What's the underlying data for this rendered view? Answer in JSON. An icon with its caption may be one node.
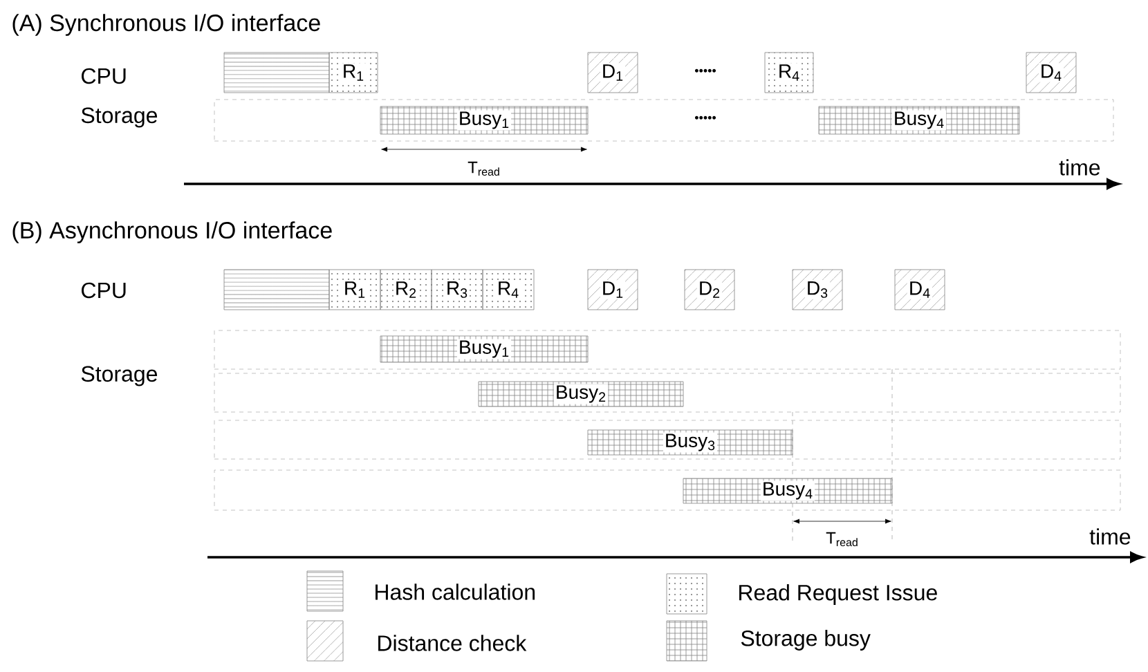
{
  "diagram": {
    "nodes": [
      {
        "text": [],
        "shape": "box"
      },
      {
        "text": [
          "R$_{1}$"
        ]
      },
      {
        "text": [
          "D$_{1}$"
        ]
      },
      {
        "text": [
          "R$_{4}$"
        ]
      },
      {
        "text": [
          "D$_{4}$"
        ]
      },
      {
        "text": [],
        "shape": "box"
      },
      {
        "text": [
          "Busy$_{1}$"
        ],
        "in": 5
      },
      {
        "text": [
          "Busy$_{4}$"
        ],
        "in": 5
      },
      {
        "text": [],
        "shape": "box"
      },
      {
        "text": [
          "R$_{1}$"
        ]
      },
      {
        "text": [
          "R$_{2}$"
        ]
      },
      {
        "text": [
          "R$_{3}$"
        ]
      },
      {
        "text": [
          "R$_{4}$"
        ]
      },
      {
        "text": [
          "D$_{1}$"
        ]
      },
      {
        "text": [
          "D$_{2}$"
        ]
      },
      {
        "text": [
          "D$_{3}$"
        ]
      },
      {
        "text": [
          "D$_{4}$"
        ]
      },
      {
        "text": [],
        "shape": "box"
      },
      {
        "text": [
          "Busy$_{1}$"
        ],
        "in": 17
      },
      {
        "text": [],
        "shape": "box"
      },
      {
        "text": [
          "Busy$_{2}$"
        ],
        "in": 19
      },
      {
        "text": [],
        "shape": "box"
      },
      {
        "text": [
          "Busy$_{3}$"
        ],
        "in": 21
      },
      {
        "text": [],
        "shape": "box"
      },
      {
        "text": [
          "Busy$_{4}$"
        ],
        "in": 23
      }
    ],
    "labels": [
      "(A) Synchronous I/O interface",
      "CPU",
      "Storage",
      "•••••",
      "•••••",
      "T$_{read}$",
      "time",
      "(B) Asynchronous I/O interface",
      "CPU",
      "Storage",
      "T$_{read}$",
      "time"
    ],
    "legend": [
      {
        "text": "Hash calculation"
      },
      {
        "text": "Read Request Issue"
      },
      {
        "text": "Distance check"
      },
      {
        "text": "Storage busy"
      }
    ]
  }
}
